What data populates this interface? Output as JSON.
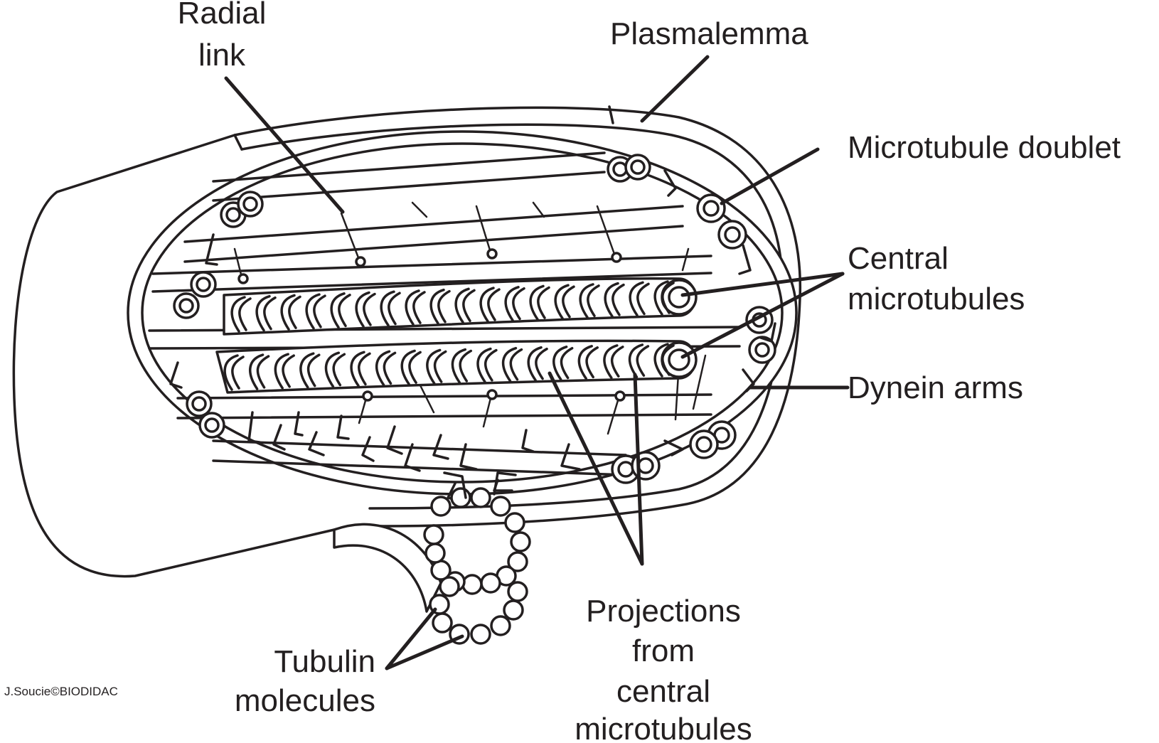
{
  "labels": {
    "radial_link_1": "Radial",
    "radial_link_2": "link",
    "plasmalemma": "Plasmalemma",
    "microtubule_doublet": "Microtubule doublet",
    "central_1": "Central",
    "central_2": "microtubules",
    "dynein": "Dynein arms",
    "projections_1": "Projections",
    "projections_2": "from",
    "projections_3": "central",
    "projections_4": "microtubules",
    "tubulin_1": "Tubulin",
    "tubulin_2": "molecules"
  },
  "credit": "J.Soucie©BIODIDAC"
}
